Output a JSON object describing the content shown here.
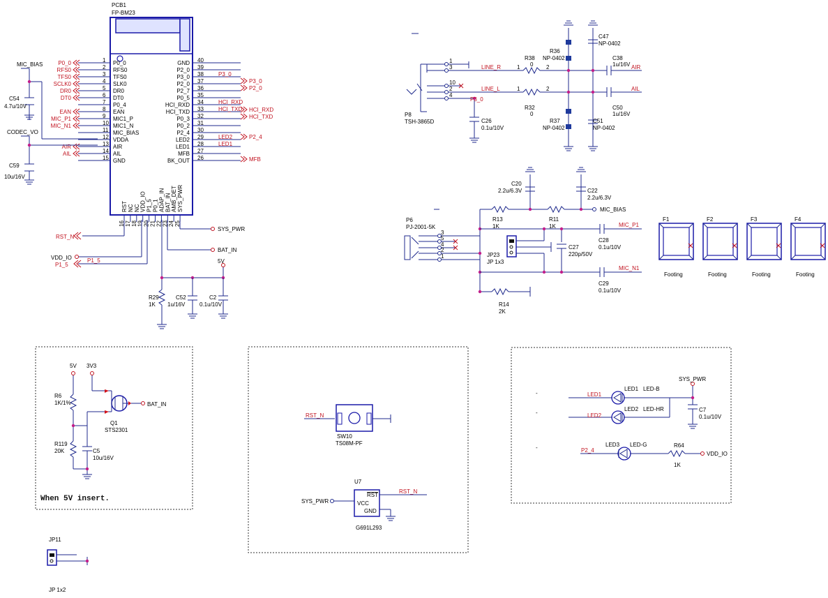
{
  "pcb1": {
    "ref": "PCB1",
    "footprint": "FP-BM23",
    "left_pins": [
      {
        "num": "1",
        "name": "P0_0",
        "net": "P0_0"
      },
      {
        "num": "2",
        "name": "RFS0",
        "net": "RFS0"
      },
      {
        "num": "3",
        "name": "TFS0",
        "net": "TFS0"
      },
      {
        "num": "4",
        "name": "SLK0",
        "net": "SCLK0"
      },
      {
        "num": "5",
        "name": "DR0",
        "net": "DR0"
      },
      {
        "num": "6",
        "name": "DT0",
        "net": "DT0"
      },
      {
        "num": "7",
        "name": "P0_4",
        "net": ""
      },
      {
        "num": "8",
        "name": "EAN",
        "net": "EAN"
      },
      {
        "num": "9",
        "name": "MIC1_P",
        "net": "MIC_P1"
      },
      {
        "num": "10",
        "name": "MIC1_N",
        "net": "MIC_N1"
      },
      {
        "num": "11",
        "name": "MIC_BIAS",
        "net": ""
      },
      {
        "num": "12",
        "name": "VDDA",
        "net": ""
      },
      {
        "num": "13",
        "name": "AIR",
        "net": "AIR"
      },
      {
        "num": "14",
        "name": "AIL",
        "net": "AIL"
      },
      {
        "num": "15",
        "name": "GND",
        "net": ""
      }
    ],
    "right_pins": [
      {
        "num": "40",
        "name": "GND",
        "net": ""
      },
      {
        "num": "39",
        "name": "P2_0",
        "net": ""
      },
      {
        "num": "38",
        "name": "P3_0",
        "net": "P3_0"
      },
      {
        "num": "37",
        "name": "P2_0",
        "net": ""
      },
      {
        "num": "36",
        "name": "P2_7",
        "net": ""
      },
      {
        "num": "35",
        "name": "P0_5",
        "net": ""
      },
      {
        "num": "34",
        "name": "HCI_RXD",
        "net": "HCI_RXD"
      },
      {
        "num": "33",
        "name": "HCI_TXD",
        "net": "HCI_TXD"
      },
      {
        "num": "32",
        "name": "P0_3",
        "net": ""
      },
      {
        "num": "31",
        "name": "P0_2",
        "net": ""
      },
      {
        "num": "30",
        "name": "P2_4",
        "net": ""
      },
      {
        "num": "29",
        "name": "LED2",
        "net": "LED2"
      },
      {
        "num": "28",
        "name": "LED1",
        "net": "LED1"
      },
      {
        "num": "27",
        "name": "MFB",
        "net": ""
      },
      {
        "num": "26",
        "name": "BK_OUT",
        "net": ""
      }
    ],
    "bottom_pins": [
      {
        "num": "16",
        "name": "RST"
      },
      {
        "num": "17",
        "name": "NC"
      },
      {
        "num": "18",
        "name": "NC"
      },
      {
        "num": "19",
        "name": "VDD_IO"
      },
      {
        "num": "20",
        "name": "P1_5"
      },
      {
        "num": "21",
        "name": "P0_1"
      },
      {
        "num": "22",
        "name": "ADAP_IN"
      },
      {
        "num": "23",
        "name": "BAT_IN"
      },
      {
        "num": "24",
        "name": "AMB_DET"
      },
      {
        "num": "25",
        "name": "SYS_PWR"
      }
    ],
    "right_ports": [
      "P3_0",
      "P2_0",
      "HCI_RXD",
      "HCI_TXD",
      "P2_4",
      "MFB"
    ]
  },
  "left_caps": {
    "mic_bias": "MIC_BIAS",
    "c54_ref": "C54",
    "c54_val": "4.7u/10V",
    "codec_vo": "CODEC_VO",
    "c59_ref": "C59",
    "c59_val": "10u/16V"
  },
  "bottom_nets": {
    "rst_n": "RST_N",
    "vdd_io": "VDD_IO",
    "p1_5": "P1_5",
    "sys_pwr": "SYS_PWR",
    "bat_in": "BAT_IN",
    "v5": "5V",
    "r29_ref": "R29",
    "r29_val": "1K",
    "c52_ref": "C52",
    "c52_val": "1u/16V",
    "c2_ref": "C2",
    "c2_val": "0.1u/10V"
  },
  "p8_block": {
    "ref": "P8",
    "part": "TSH-3865D",
    "line_r": "LINE_R",
    "line_l": "LINE_L",
    "p3_0": "P3_0",
    "r38_ref": "R38",
    "r38_val": "0",
    "r32_ref": "R32",
    "r32_val": "0",
    "r36_ref": "R36",
    "r36_val": "NP-0402",
    "r37_ref": "R37",
    "r37_val": "NP-0402",
    "c47_ref": "C47",
    "c47_val": "NP-0402",
    "c51_ref": "C51",
    "c51_val": "NP-0402",
    "c38_ref": "C38",
    "c38_val": "1u/16V",
    "c50_ref": "C50",
    "c50_val": "1u/16V",
    "c26_ref": "C26",
    "c26_val": "0.1u/10V",
    "air": "AIR",
    "ail": "AIL",
    "pins": [
      "1",
      "3",
      "10",
      "2",
      "4"
    ]
  },
  "p6_block": {
    "ref": "P6",
    "part": "PJ-2001-5K",
    "c20_ref": "C20",
    "c20_val": "2.2u/6.3V",
    "c22_ref": "C22",
    "c22_val": "2.2u/6.3V",
    "r13_ref": "R13",
    "r13_val": "1K",
    "r11_ref": "R11",
    "r11_val": "1K",
    "mic_bias": "MIC_BIAS",
    "mic_p1": "MIC_P1",
    "mic_n1": "MIC_N1",
    "c28_ref": "C28",
    "c28_val": "0.1u/10V",
    "c29_ref": "C29",
    "c29_val": "0.1u/10V",
    "c27_ref": "C27",
    "c27_val": "220p/50V",
    "jp23_ref": "JP23",
    "jp23_val": "JP 1x3",
    "r14_ref": "R14",
    "r14_val": "2K",
    "pins": [
      "3",
      "5",
      "4",
      "2",
      "1"
    ]
  },
  "footings": [
    {
      "ref": "F1",
      "label": "Footing"
    },
    {
      "ref": "F2",
      "label": "Footing"
    },
    {
      "ref": "F3",
      "label": "Footing"
    },
    {
      "ref": "F4",
      "label": "Footing"
    }
  ],
  "box1": {
    "v5": "5V",
    "v3v3": "3V3",
    "r6_ref": "R6",
    "r6_val": "1K/1%",
    "r119_ref": "R119",
    "r119_val": "20K",
    "q1_ref": "Q1",
    "q1_val": "STS2301",
    "bat_in": "BAT_IN",
    "c5_ref": "C5",
    "c5_val": "10u/16V",
    "note": "When 5V insert."
  },
  "jp11": {
    "ref": "JP11",
    "val": "JP 1x2"
  },
  "box2": {
    "rst_n": "RST_N",
    "sw_ref": "SW10",
    "sw_val": "TS08M-PF",
    "u7_ref": "U7",
    "u7_val": "G691L293",
    "sys_pwr": "SYS_PWR",
    "rst_pin": "RST",
    "vcc_pin": "VCC",
    "gnd_pin": "GND",
    "rst_n2": "RST_N"
  },
  "box3": {
    "sys_pwr": "SYS_PWR",
    "led1_net": "LED1",
    "led1_ref": "LED1",
    "led1_val": "LED-B",
    "led2_net": "LED2",
    "led2_ref": "LED2",
    "led2_val": "LED-HR",
    "led3_ref": "LED3",
    "led3_val": "LED-G",
    "p2_4": "P2_4",
    "c7_ref": "C7",
    "c7_val": "0.1u/10V",
    "r64_ref": "R64",
    "r64_val": "1K",
    "vdd_io": "VDD_IO"
  },
  "colors": {
    "wire": "#1f2a8c",
    "net_label": "#c1121f",
    "junction": "#c21d8a",
    "part_body": "#1a1aa8"
  }
}
